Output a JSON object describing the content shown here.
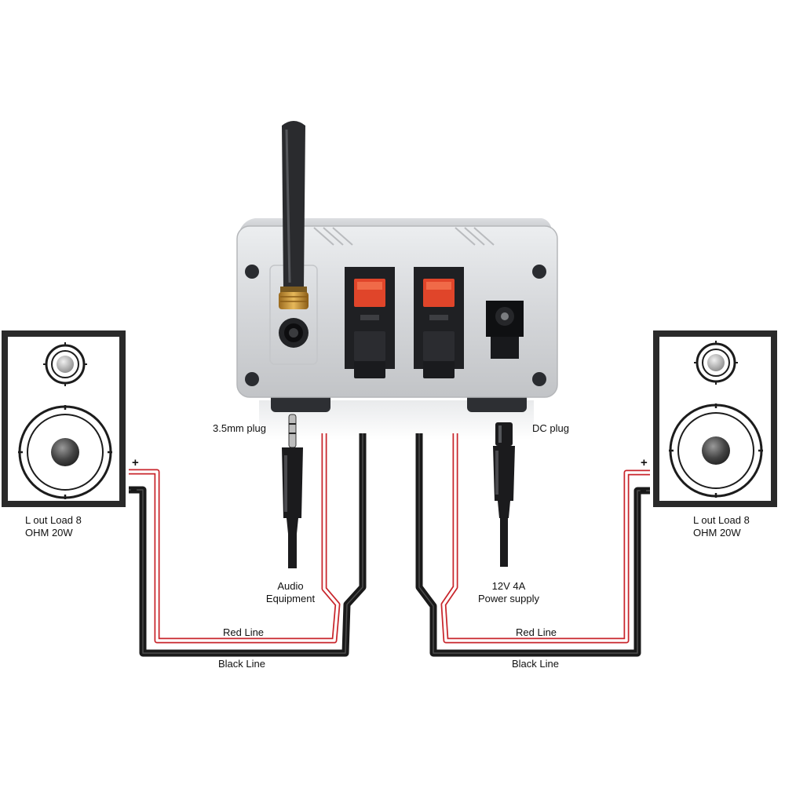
{
  "labels": {
    "plug_35mm": "3.5mm plug",
    "dc_plug": "DC plug",
    "left_speaker_line1": "L  out Load 8",
    "left_speaker_line2": "OHM 20W",
    "right_speaker_line1": "L  out Load 8",
    "right_speaker_line2": "OHM 20W",
    "audio_line1": "Audio",
    "audio_line2": "Equipment",
    "power_line1": "12V 4A",
    "power_line2": "Power supply",
    "red_line_left": "Red Line",
    "red_line_right": "Red Line",
    "black_line_left": "Black Line",
    "black_line_right": "Black Line",
    "plus_left": "+",
    "minus_left": "−",
    "plus_right": "+",
    "minus_right": "−"
  },
  "colors": {
    "red_wire": "#c8262c",
    "black_wire": "#1a1a1a",
    "housing": "#d9dadc",
    "terminal_red": "#e0452a"
  },
  "icons": [
    "antenna-icon",
    "audio-jack-icon",
    "speaker-terminal-icon",
    "dc-jack-icon",
    "speaker-icon"
  ]
}
